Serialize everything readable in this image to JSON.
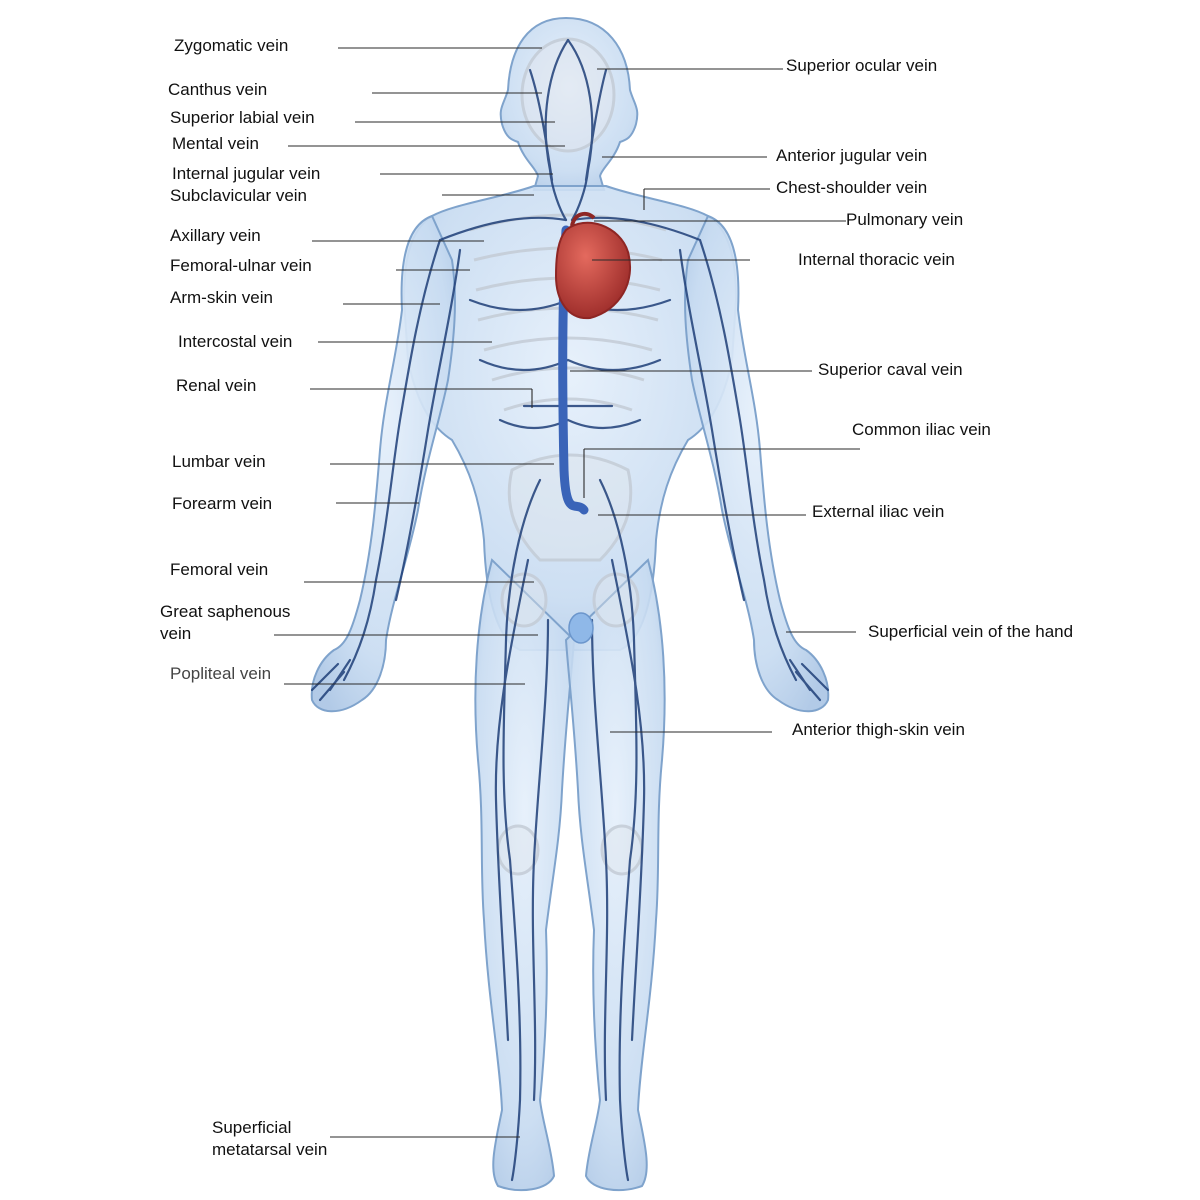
{
  "labels": {
    "left": [
      {
        "key": "zygomatic",
        "text": "Zygomatic vein"
      },
      {
        "key": "canthus",
        "text": "Canthus vein"
      },
      {
        "key": "superior_labial",
        "text": "Superior labial vein"
      },
      {
        "key": "mental",
        "text": "Mental vein"
      },
      {
        "key": "internal_jugular",
        "text": "Internal jugular vein"
      },
      {
        "key": "subclavicular",
        "text": "Subclavicular vein"
      },
      {
        "key": "axillary",
        "text": "Axillary vein"
      },
      {
        "key": "femoral_ulnar",
        "text": "Femoral-ulnar vein"
      },
      {
        "key": "arm_skin",
        "text": "Arm-skin vein"
      },
      {
        "key": "intercostal",
        "text": "Intercostal vein"
      },
      {
        "key": "renal",
        "text": "Renal vein"
      },
      {
        "key": "lumbar",
        "text": "Lumbar vein"
      },
      {
        "key": "forearm",
        "text": "Forearm vein"
      },
      {
        "key": "femoral",
        "text": "Femoral vein"
      },
      {
        "key": "great_saphenous",
        "lines": [
          "Great saphenous",
          "vein"
        ]
      },
      {
        "key": "popliteal",
        "text": "Popliteal vein"
      },
      {
        "key": "superficial_metatarsal",
        "lines": [
          "Superficial",
          "metatarsal vein"
        ]
      }
    ],
    "right": [
      {
        "key": "superior_ocular",
        "text": "Superior ocular vein"
      },
      {
        "key": "anterior_jugular",
        "text": "Anterior jugular vein"
      },
      {
        "key": "chest_shoulder",
        "text": "Chest-shoulder vein"
      },
      {
        "key": "pulmonary",
        "text": "Pulmonary vein"
      },
      {
        "key": "internal_thoracic",
        "text": "Internal thoracic vein"
      },
      {
        "key": "superior_caval",
        "text": "Superior caval vein"
      },
      {
        "key": "common_iliac",
        "text": "Common iliac vein"
      },
      {
        "key": "external_iliac",
        "text": "External iliac vein"
      },
      {
        "key": "superficial_hand",
        "text": "Superficial vein of the hand"
      },
      {
        "key": "anterior_thigh_skin",
        "text": "Anterior thigh-skin vein"
      }
    ]
  },
  "colors": {
    "body_fill": "#c9ddf2",
    "body_edge": "#7fa3cc",
    "skeleton": "#d9dde2",
    "vein": "#1f3f78",
    "vena_cava": "#3a64b8",
    "heart": "#c8403c",
    "heart_dark": "#8e2624",
    "bladder": "#8fb8e8"
  }
}
